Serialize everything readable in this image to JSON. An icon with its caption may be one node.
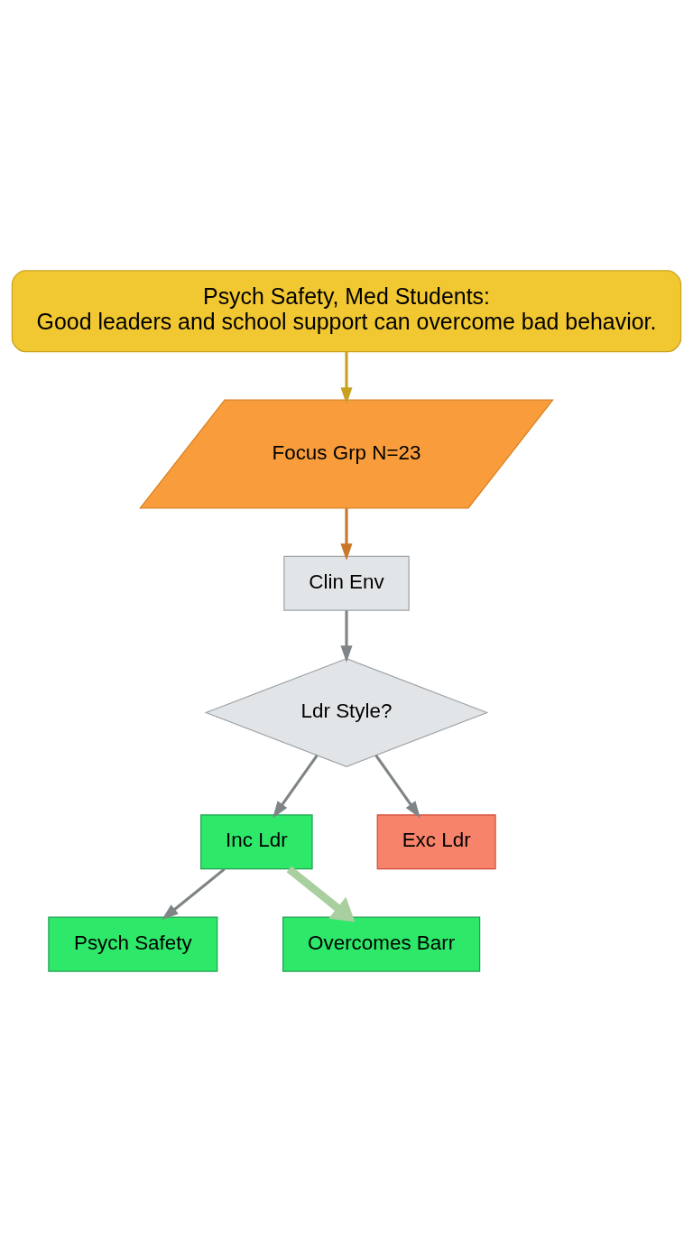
{
  "diagram": {
    "nodes": [
      {
        "text": [
          "Psych Safety, Med Students:",
          "Good leaders and school support can overcome bad behavior."
        ]
      },
      {
        "text": [
          "Focus Grp N=23"
        ]
      },
      {
        "text": [
          "Clin Env"
        ]
      },
      {
        "text": [
          "Ldr Style?"
        ]
      },
      {
        "text": [
          "Inc Ldr"
        ]
      },
      {
        "text": [
          "Exc Ldr"
        ]
      },
      {
        "text": [
          "Psych Safety"
        ]
      },
      {
        "text": [
          "Overcomes Barr"
        ]
      }
    ],
    "edges": [
      {
        "from": 0,
        "to": 1,
        "arrow": "to",
        "color": "#c8a21e"
      },
      {
        "from": 1,
        "to": 2,
        "arrow": "to",
        "color": "#c87628"
      },
      {
        "from": 2,
        "to": 3,
        "arrow": "to"
      },
      {
        "from": 3,
        "to": 4,
        "arrow": "to"
      },
      {
        "from": 3,
        "to": 5,
        "arrow": "to"
      },
      {
        "from": 4,
        "to": 6,
        "arrow": "to"
      },
      {
        "from": 4,
        "to": 7,
        "arrow": "to",
        "style": "thick",
        "color": "#a9cf9f"
      }
    ]
  }
}
